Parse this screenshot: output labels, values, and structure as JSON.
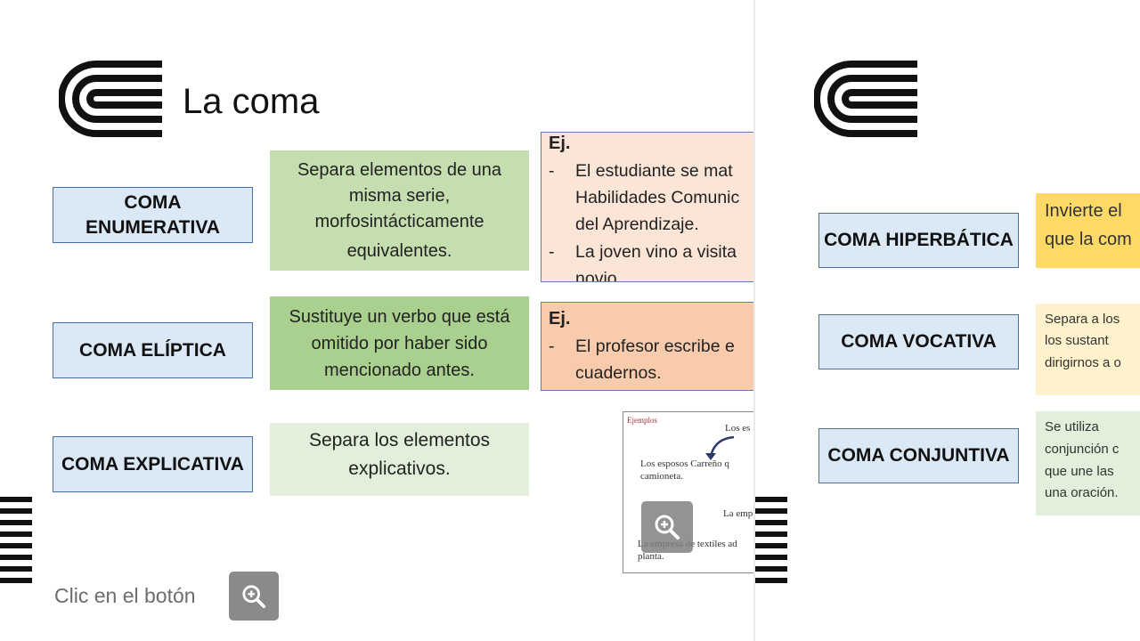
{
  "left_slide": {
    "title": "La coma",
    "rows": [
      {
        "type": "COMA ENUMERATIVA",
        "type_lines": [
          "COMA",
          "ENUMERATIVA"
        ],
        "description": [
          "Separa elementos de una",
          "misma serie,",
          "morfosintácticamente",
          "equivalentes."
        ],
        "example_title": "Ej.",
        "examples": [
          [
            "El estudiante se mat",
            "Habilidades Comunic",
            "del Aprendizaje."
          ],
          [
            "La joven vino a visita",
            "novio."
          ]
        ]
      },
      {
        "type": "COMA ELÍPTICA",
        "description": [
          "Sustituye un verbo que está",
          "omitido por haber sido",
          "mencionado antes."
        ],
        "example_title": "Ej.",
        "examples": [
          [
            "El profesor escribe e",
            "cuadernos."
          ]
        ]
      },
      {
        "type": "COMA EXPLICATIVA",
        "description": [
          "Separa los elementos",
          "explicativos."
        ]
      }
    ],
    "thumbnail": {
      "label": "Ejemplos",
      "line1": "Los es",
      "line2": "Los esposos Carreño q",
      "line3": "camioneta.",
      "line4": "La emp",
      "line5": "La empresa de textiles ad",
      "line6": "planta."
    },
    "clic_text": "Clic en el botón"
  },
  "right_slide": {
    "rows": [
      {
        "type": "COMA HIPERBÁTICA",
        "description": [
          "Invierte el",
          "que la com"
        ]
      },
      {
        "type": "COMA VOCATIVA",
        "description": [
          "Separa a los",
          "los sustant",
          "dirigirnos a o"
        ]
      },
      {
        "type": "COMA CONJUNTIVA",
        "description": [
          "Se utiliza",
          "conjunción c",
          "que une las",
          "una oración."
        ]
      }
    ]
  },
  "colors": {
    "type_box_bg": "#dbe8f6",
    "type_box_border": "#4a6fa5",
    "desc_green_1": "#c5deb0",
    "desc_green_2": "#a9d08e",
    "desc_green_3": "#e2efda",
    "example_peach_1": "#fbe5d6",
    "example_peach_2": "#f8cbad",
    "desc_yellow_1": "#ffd966",
    "desc_yellow_2": "#fff2cc"
  },
  "icons": [
    "logo-icon",
    "zoom-in-icon",
    "menu-stripes-icon"
  ]
}
